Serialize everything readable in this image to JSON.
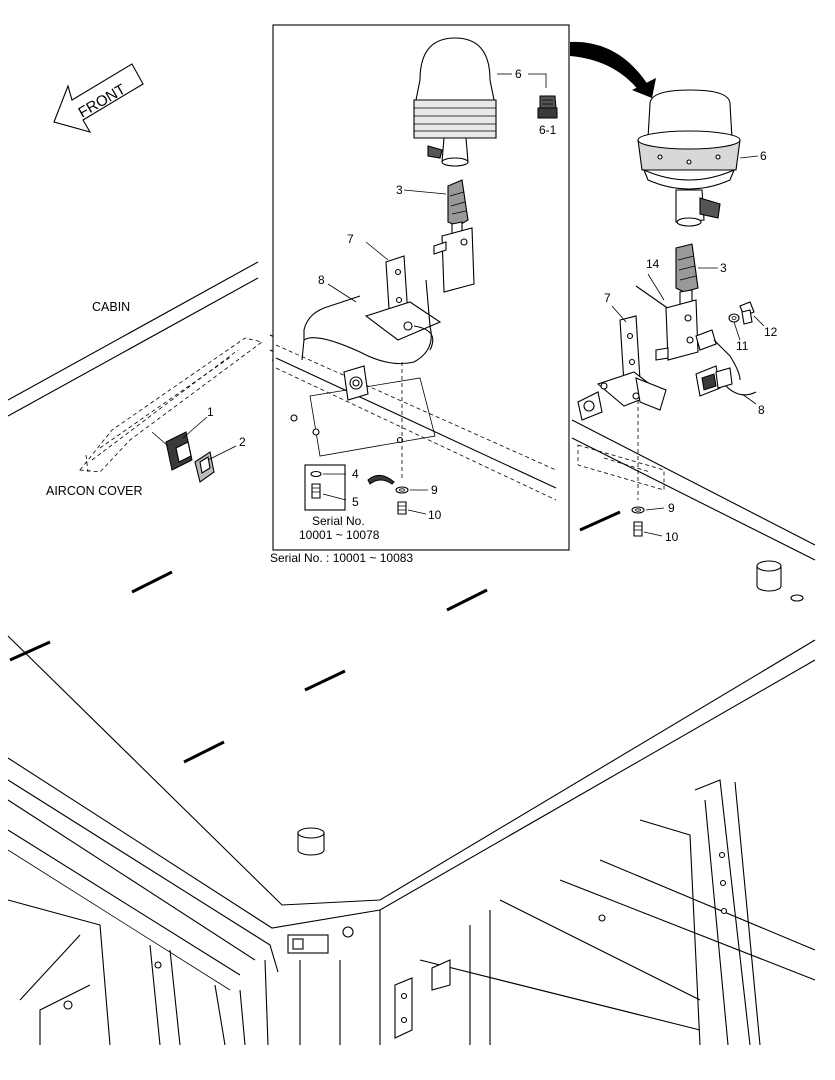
{
  "labels": {
    "front": "FRONT",
    "cabin": "CABIN",
    "aircon_cover": "AIRCON COVER",
    "serial_inner_title": "Serial No.",
    "serial_inner_range": "10001 ~ 10078",
    "serial_outer": "Serial No. : 10001 ~ 10083"
  },
  "callouts": {
    "p1": "1",
    "p2": "2",
    "left_6": "6",
    "left_6_1": "6-1",
    "left_3": "3",
    "left_7": "7",
    "left_8": "8",
    "left_4": "4",
    "left_5": "5",
    "left_9": "9",
    "left_10": "10",
    "right_6": "6",
    "right_14": "14",
    "right_3": "3",
    "right_7": "7",
    "right_12": "12",
    "right_11": "11",
    "right_8": "8",
    "right_9": "9",
    "right_10": "10"
  }
}
